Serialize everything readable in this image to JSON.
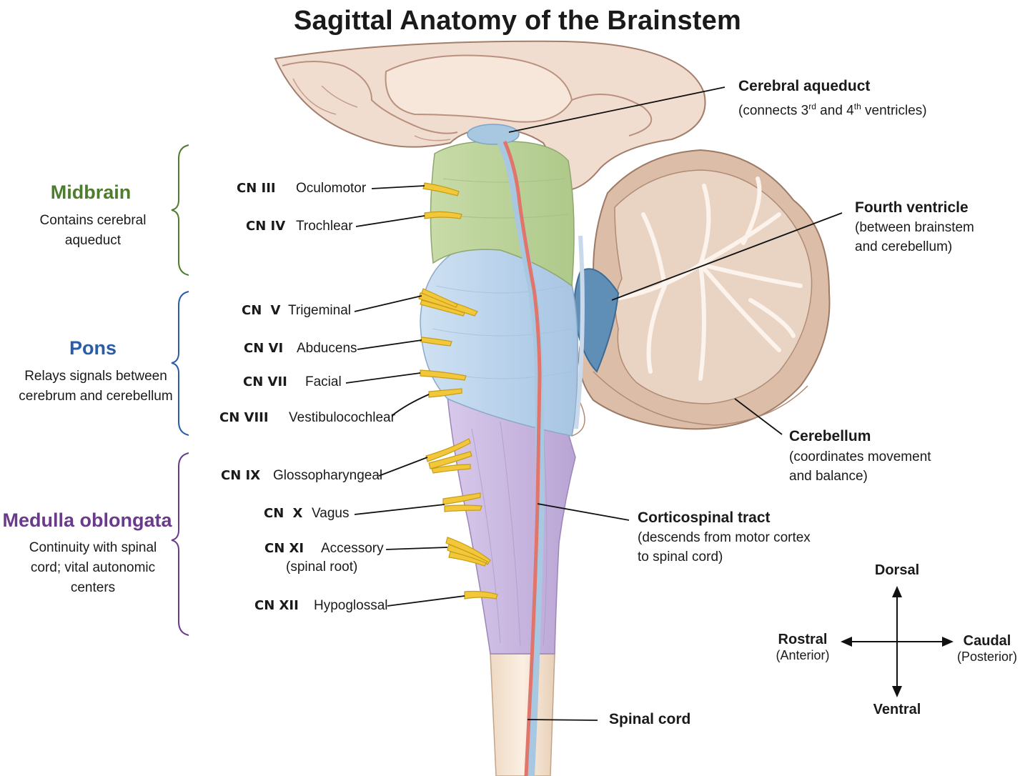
{
  "title": "Sagittal Anatomy of the Brainstem",
  "colors": {
    "midbrain": "#4e7d2e",
    "pons": "#2a5ca8",
    "medulla": "#6a3a8c",
    "midbrain_fill": "#bcd39a",
    "pons_fill": "#b9d3ea",
    "medulla_fill": "#cdbde2",
    "nerve": "#f2c531",
    "tract": "#e07a72",
    "cerebellum": "#d9b79f"
  },
  "regions": {
    "midbrain": {
      "name": "Midbrain",
      "desc": "Contains cerebral\naqueduct"
    },
    "pons": {
      "name": "Pons",
      "desc": "Relays signals between\ncerebrum and cerebellum"
    },
    "medulla": {
      "name": "Medulla oblongata",
      "desc": "Continuity with spinal\ncord; vital autonomic\ncenters"
    }
  },
  "nerves": [
    {
      "code": "CN III",
      "name": "Oculomotor"
    },
    {
      "code": "CN IV",
      "name": "Trochlear"
    },
    {
      "code": "CN V",
      "name": "Trigeminal"
    },
    {
      "code": "CN VI",
      "name": "Abducens"
    },
    {
      "code": "CN VII",
      "name": "Facial"
    },
    {
      "code": "CN VIII",
      "name": "Vestibulocochlear"
    },
    {
      "code": "CN IX",
      "name": "Glossopharyngeal"
    },
    {
      "code": "CN X",
      "name": "Vagus"
    },
    {
      "code": "CN XI",
      "name": "Accessory",
      "note": "(spinal root)"
    },
    {
      "code": "CN XII",
      "name": "Hypoglossal"
    }
  ],
  "annotations": {
    "aqueduct": {
      "title": "Cerebral aqueduct",
      "desc_pre": "(connects 3",
      "sup1": "rd",
      "desc_mid": " and 4",
      "sup2": "th",
      "desc_post": " ventricles)"
    },
    "fourth": {
      "title": "Fourth ventricle",
      "desc": "(between brainstem\n and cerebellum)"
    },
    "cerebellum": {
      "title": "Cerebellum",
      "desc": "(coordinates movement\n and balance)"
    },
    "corticospinal": {
      "title": "Corticospinal tract",
      "desc": "(descends from motor cortex\nto spinal cord)"
    },
    "spinal": {
      "title": "Spinal cord"
    }
  },
  "compass": {
    "dorsal": "Dorsal",
    "ventral": "Ventral",
    "rostral": "Rostral",
    "rostral_sub": "(Anterior)",
    "caudal": "Caudal",
    "caudal_sub": "(Posterior)"
  }
}
